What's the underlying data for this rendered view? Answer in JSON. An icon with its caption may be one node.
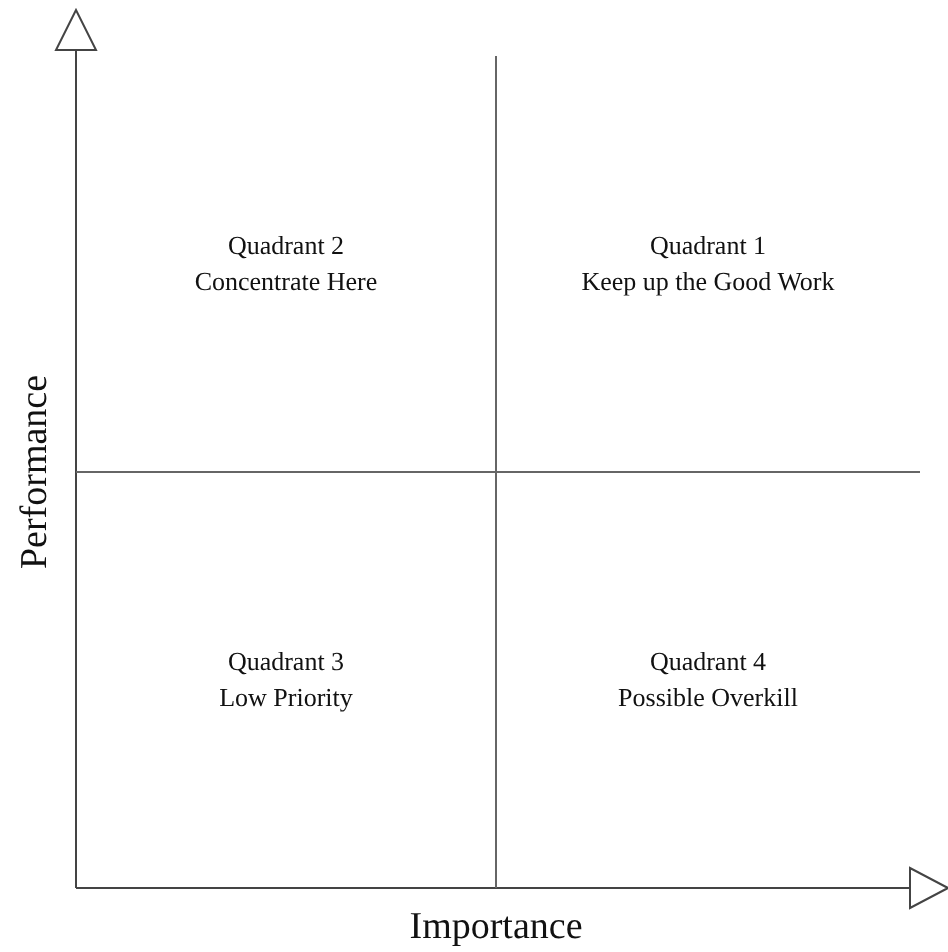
{
  "diagram": {
    "nodes": [
      {
        "text": [
          "Quadrant 2",
          "Concentrate Here"
        ]
      },
      {
        "text": [
          "Quadrant 1",
          "Keep up the Good Work"
        ]
      },
      {
        "text": [
          "Quadrant 3",
          "Low Priority"
        ]
      },
      {
        "text": [
          "Quadrant 4",
          "Possible Overkill"
        ]
      }
    ],
    "edges": [],
    "labels": [
      "Performance",
      "Importance"
    ]
  }
}
